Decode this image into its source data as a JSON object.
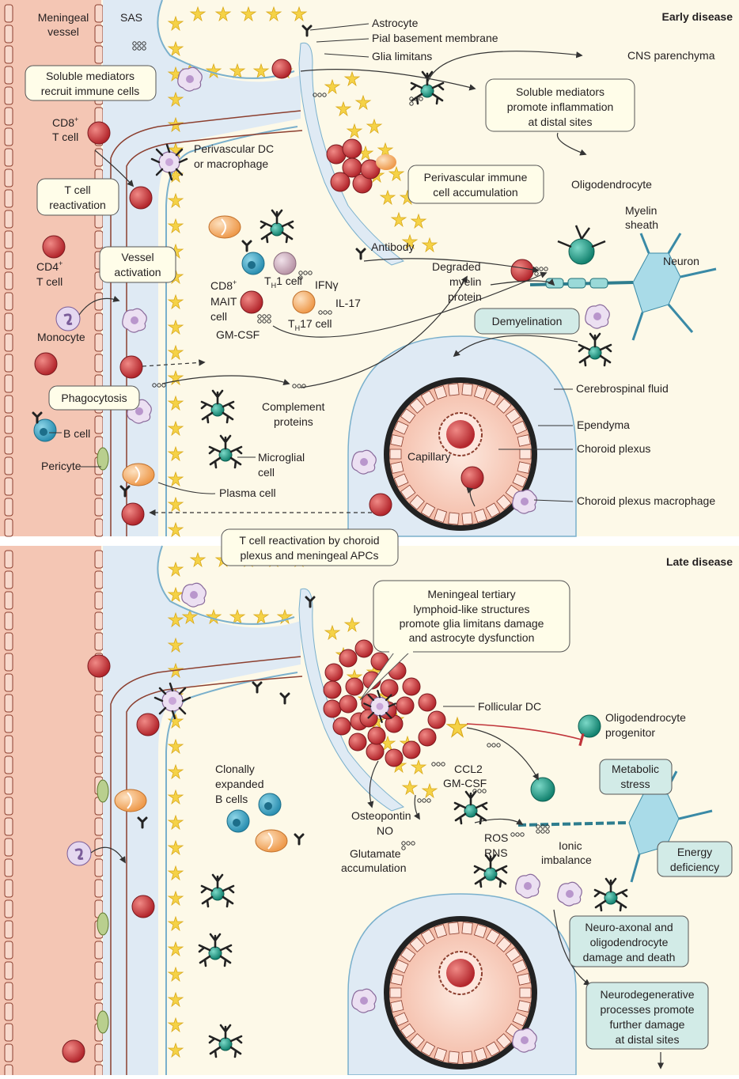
{
  "panels": {
    "early": {
      "title": "Early disease"
    },
    "late": {
      "title": "Late disease"
    }
  },
  "early_labels": {
    "meningeal_vessel": [
      "Meningeal",
      "vessel"
    ],
    "sas": "SAS",
    "astrocyte": "Astrocyte",
    "pial_basement_membrane": "Pial basement membrane",
    "glia_limitans": "Glia limitans",
    "cns_parenchyma": "CNS parenchyma",
    "cd8_t_cell": [
      "CD8",
      "+",
      "T cell"
    ],
    "perivascular_dc": [
      "Perivascular DC",
      "or macrophage"
    ],
    "oligodendrocyte": "Oligodendrocyte",
    "myelin_sheath": [
      "Myelin",
      "sheath"
    ],
    "neuron": "Neuron",
    "antibody": "Antibody",
    "cd4_t_cell": [
      "CD4",
      "+",
      "T cell"
    ],
    "degraded_myelin": [
      "Degraded",
      "myelin",
      "protein"
    ],
    "cd8_mait": [
      "CD8",
      "+",
      "MAIT",
      "cell"
    ],
    "th1_cell": [
      "T",
      "H",
      "1 cell"
    ],
    "ifng": "IFNγ",
    "il17": "IL-17",
    "th17_cell": [
      "T",
      "H",
      "17 cell"
    ],
    "gm_csf": "GM-CSF",
    "monocyte": "Monocyte",
    "cerebrospinal_fluid": "Cerebrospinal fluid",
    "complement": [
      "Complement",
      "proteins"
    ],
    "b_cell": "B cell",
    "ependyma": "Ependyma",
    "capillary": "Capillary",
    "choroid_plexus": "Choroid plexus",
    "pericyte": "Pericyte",
    "microglial_cell": [
      "Microglial",
      "cell"
    ],
    "plasma_cell": "Plasma cell",
    "choroid_plexus_macrophage": "Choroid plexus macrophage"
  },
  "early_boxes": {
    "soluble_recruit": [
      "Soluble mediators",
      "recruit immune cells"
    ],
    "soluble_promote": [
      "Soluble mediators",
      "promote inflammation",
      "at distal sites"
    ],
    "perivascular_accum": [
      "Perivascular immune",
      "cell accumulation"
    ],
    "t_cell_reactivation": [
      "T cell",
      "reactivation"
    ],
    "vessel_activation": [
      "Vessel",
      "activation"
    ],
    "demyelination": "Demyelination",
    "phagocytosis": "Phagocytosis",
    "t_cell_choroid": [
      "T cell reactivation by choroid",
      "plexus and meningeal APCs"
    ]
  },
  "late_labels": {
    "follicular_dc": "Follicular DC",
    "oligo_progenitor": [
      "Oligodendrocyte",
      "progenitor"
    ],
    "ccl2": "CCL2",
    "gm_csf": "GM-CSF",
    "clonally": [
      "Clonally",
      "expanded",
      "B cells"
    ],
    "osteopontin": "Osteopontin",
    "no": "NO",
    "ros": "ROS",
    "rns": "RNS",
    "ionic": [
      "Ionic",
      "imbalance"
    ],
    "glutamate": [
      "Glutamate",
      "accumulation"
    ]
  },
  "late_boxes": {
    "tertiary": [
      "Meningeal tertiary",
      "lymphoid-like structures",
      "promote glia limitans damage",
      "and astrocyte dysfunction"
    ],
    "metabolic": [
      "Metabolic",
      "stress"
    ],
    "energy": [
      "Energy",
      "deficiency"
    ],
    "neuroaxonal": [
      "Neuro-axonal and",
      "oligodendrocyte",
      "damage and death"
    ],
    "neurodegenerative": [
      "Neurodegenerative",
      "processes promote",
      "further damage",
      "at distal sites"
    ]
  },
  "colors": {
    "vessel": "#f4c6b4",
    "sas": "#dfeaf4",
    "parenchyma": "#fdf9e8",
    "astrocyte": "#f5d247",
    "t_cell": "#c0343a",
    "box_fill": "#fffde9",
    "teal_box": "#d2ebe7",
    "glial": "#2fa89a"
  }
}
